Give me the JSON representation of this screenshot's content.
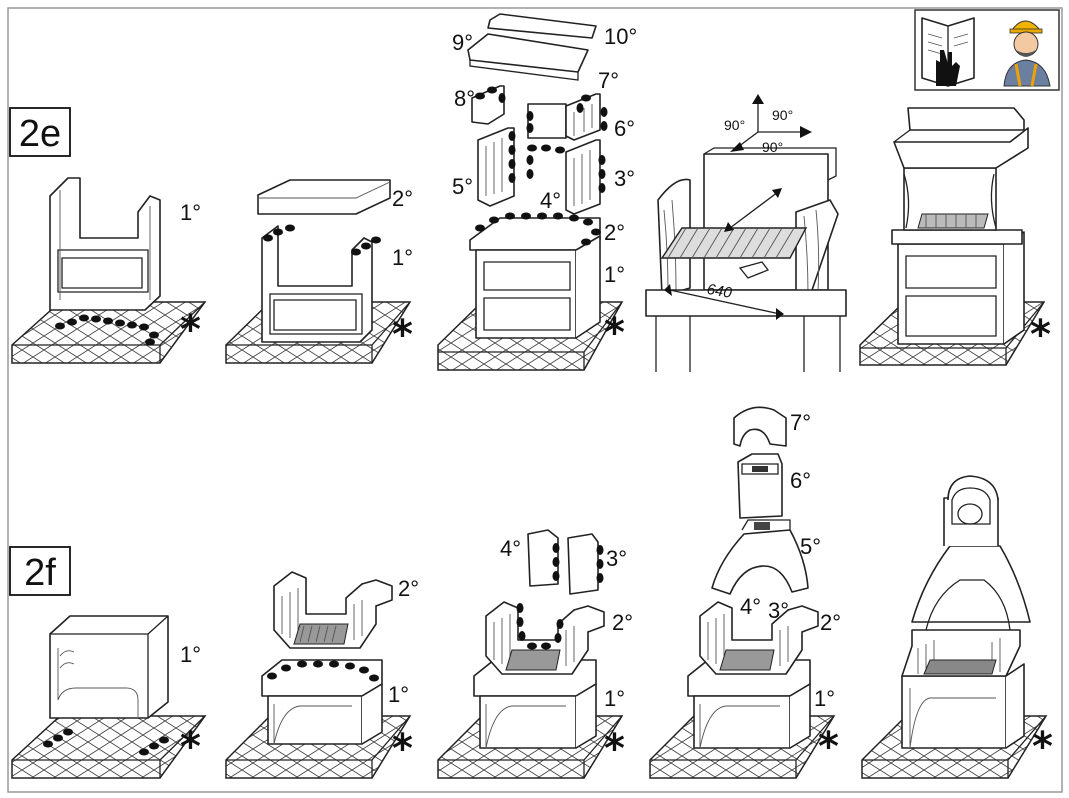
{
  "steps": {
    "top": "2e",
    "bottom": "2f"
  },
  "labels": {
    "e1_1": "1°",
    "e2_2": "2°",
    "e2_1": "1°",
    "e3_9": "9°",
    "e3_10": "10°",
    "e3_8": "8°",
    "e3_7": "7°",
    "e3_6": "6°",
    "e3_5": "5°",
    "e3_4": "4°",
    "e3_3": "3°",
    "e3_2": "2°",
    "e3_1": "1°",
    "e4_90a": "90°",
    "e4_90b": "90°",
    "e4_90c": "90°",
    "e4_640": "640",
    "f1_1": "1°",
    "f2_2": "2°",
    "f2_1": "1°",
    "f3_4": "4°",
    "f3_3": "3°",
    "f3_2": "2°",
    "f3_1": "1°",
    "f4_7": "7°",
    "f4_6": "6°",
    "f4_5": "5°",
    "f4_4": "4°",
    "f4_3": "3°",
    "f4_2": "2°",
    "f4_1": "1°"
  },
  "marks": {
    "star": "*"
  },
  "icons": {
    "manual": "read-manual-icon",
    "worker": "worker-icon"
  }
}
